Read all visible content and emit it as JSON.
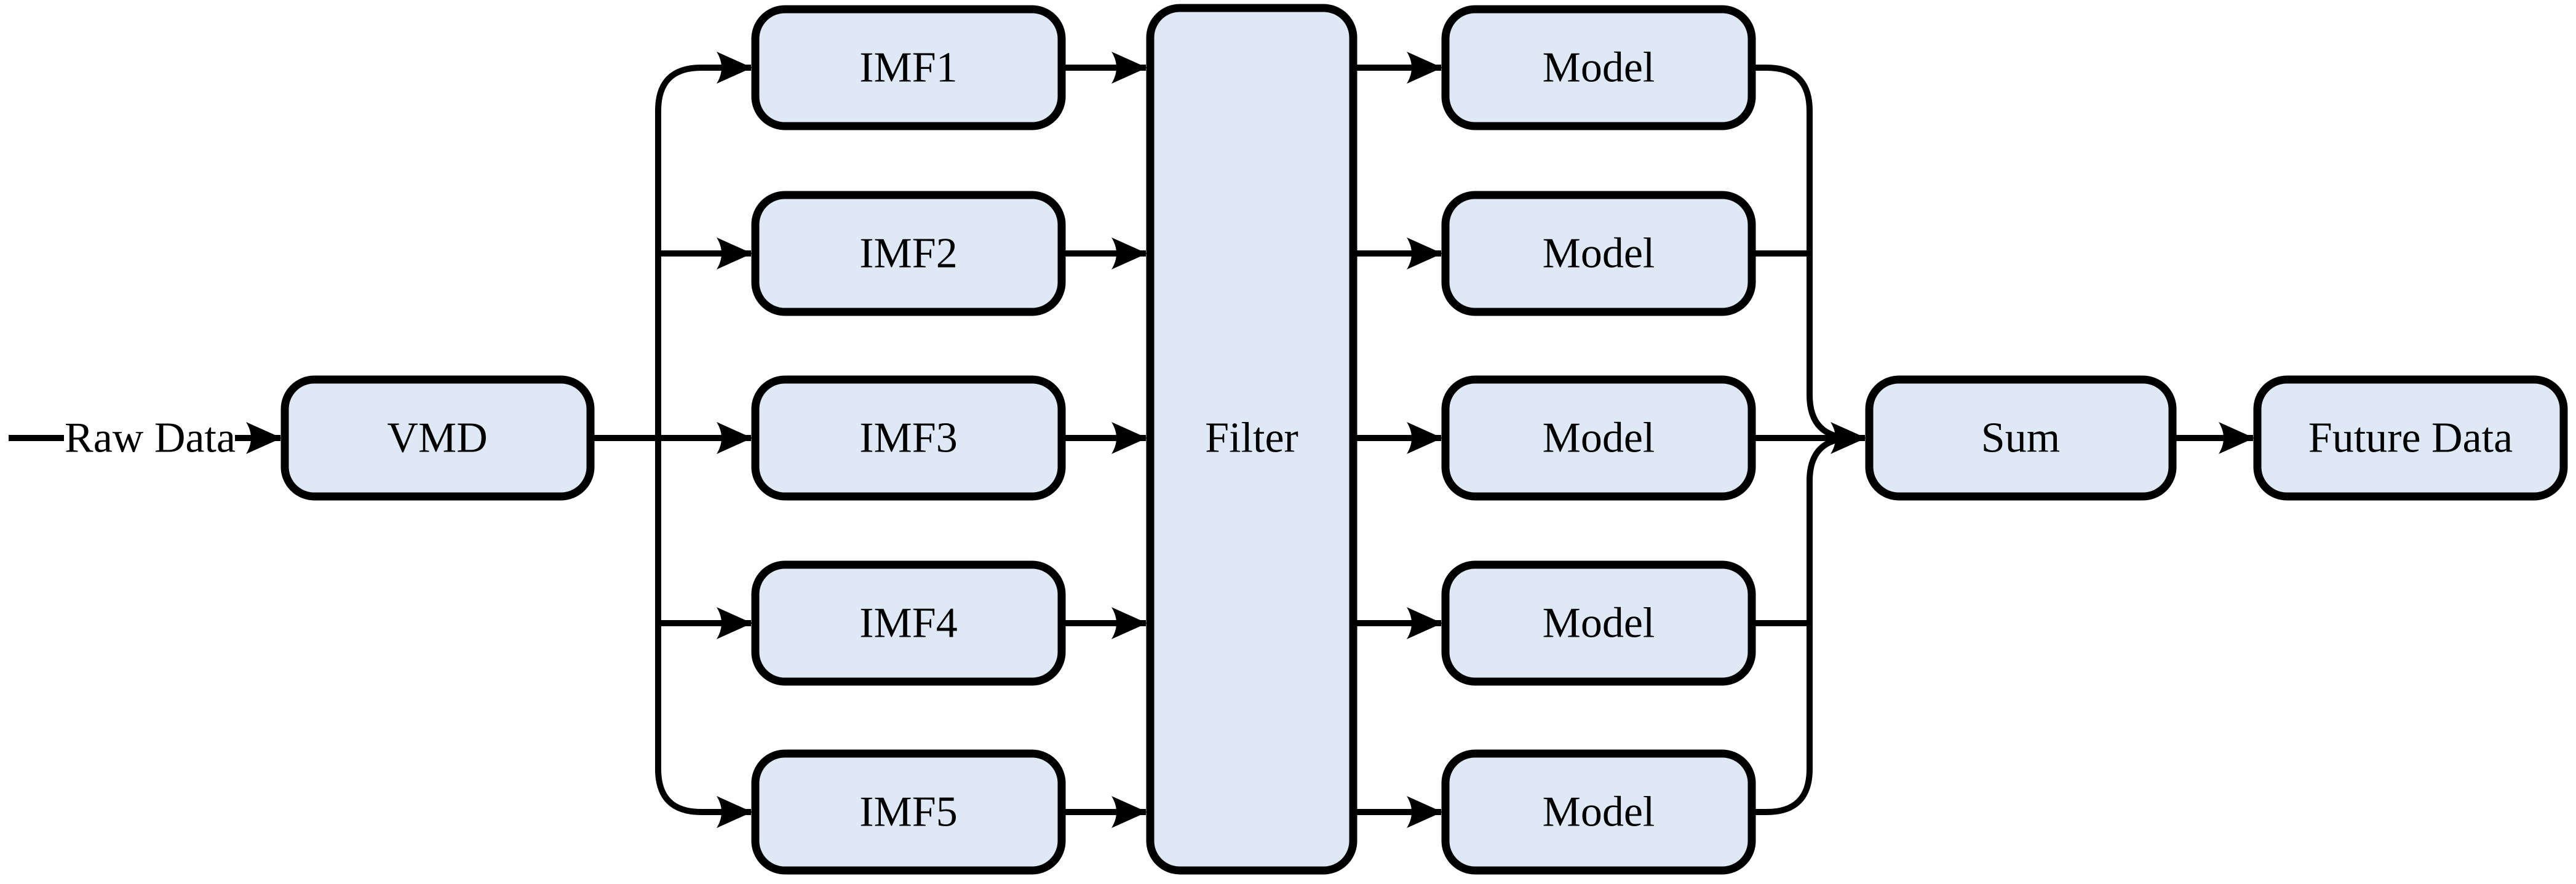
{
  "diagram": {
    "input_label": "Raw Data",
    "nodes": {
      "vmd": "VMD",
      "imf1": "IMF1",
      "imf2": "IMF2",
      "imf3": "IMF3",
      "imf4": "IMF4",
      "imf5": "IMF5",
      "filter": "Filter",
      "model1": "Model",
      "model2": "Model",
      "model3": "Model",
      "model4": "Model",
      "model5": "Model",
      "sum": "Sum",
      "future_data": "Future Data"
    },
    "colors": {
      "node_fill": "#dee9f5",
      "node_border": "#000000",
      "connector": "#000000",
      "background": "#ffffff"
    }
  }
}
